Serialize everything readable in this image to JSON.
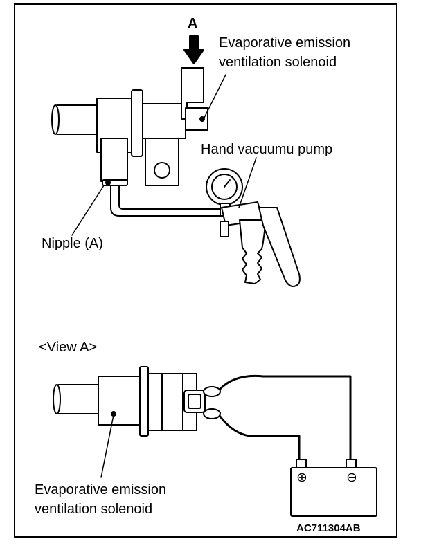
{
  "labels": {
    "view_arrow": "A",
    "solenoid_top_line1": "Evaporative emission",
    "solenoid_top_line2": "ventilation solenoid",
    "pump": "Hand vacuumu pump",
    "nipple": "Nipple (A)",
    "view": "<View A>",
    "solenoid_bottom_line1": "Evaporative emission",
    "solenoid_bottom_line2": "ventilation solenoid",
    "figure_code": "AC711304AB"
  },
  "battery_terminals": {
    "positive": "⊕",
    "negative": "⊖"
  },
  "colors": {
    "line": "#000000",
    "background": "#ffffff"
  }
}
